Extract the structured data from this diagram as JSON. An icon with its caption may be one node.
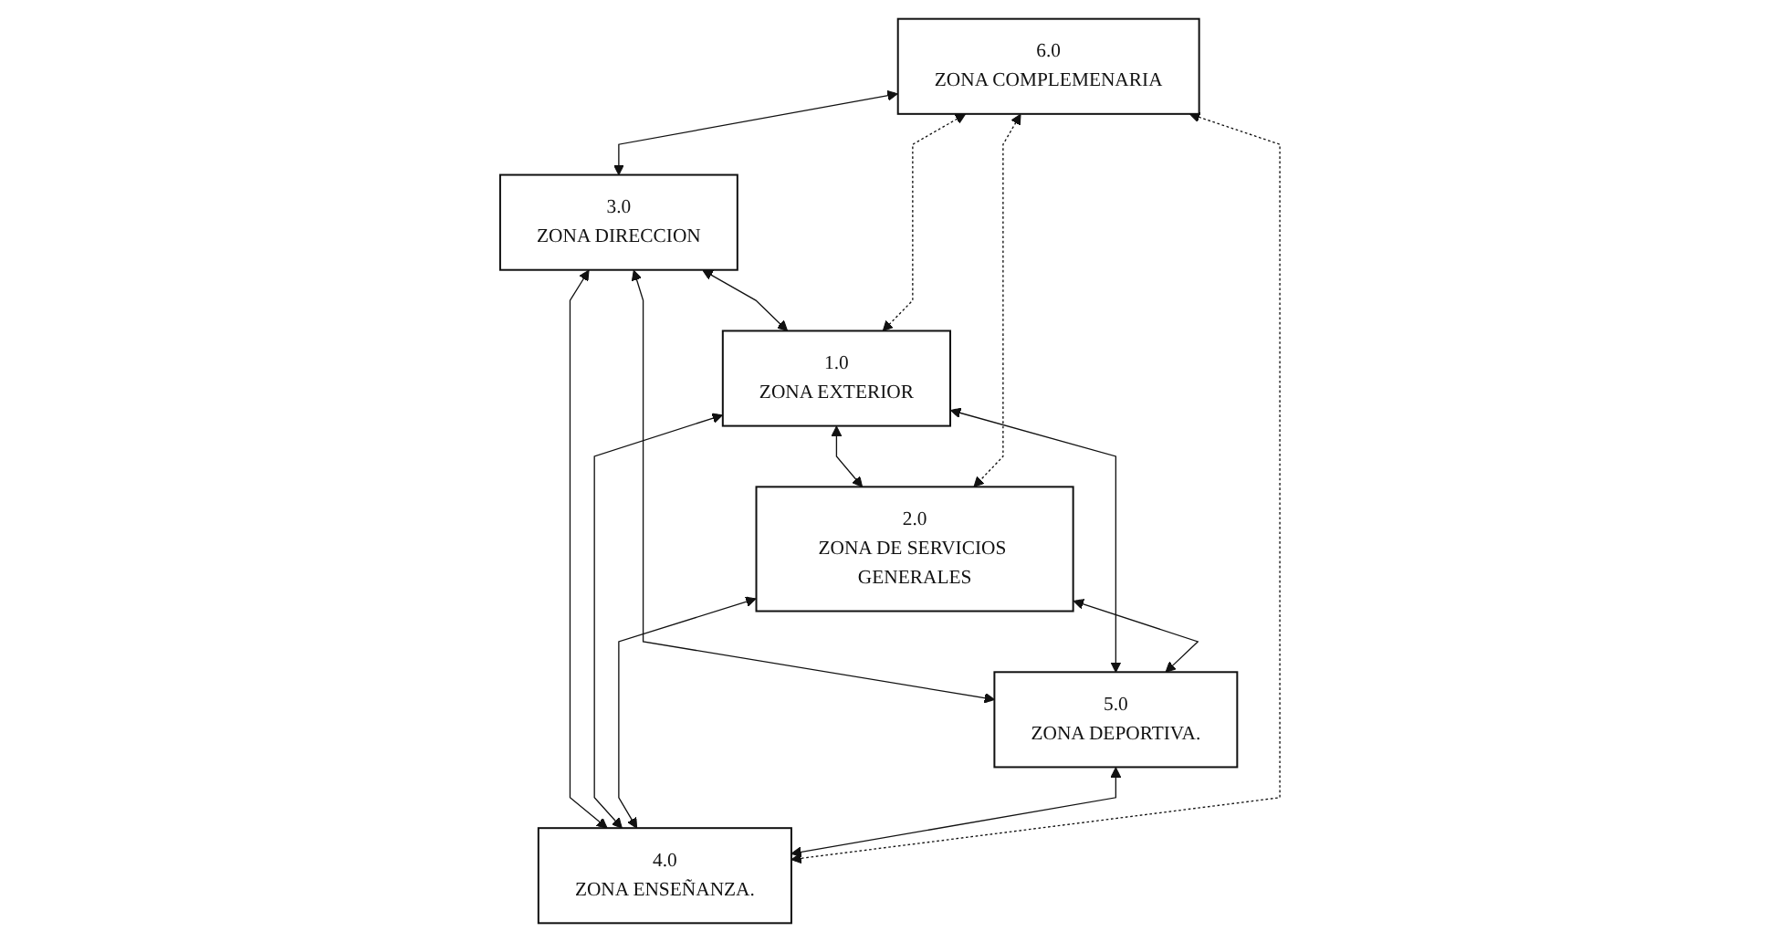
{
  "diagram": {
    "nodes": [
      {
        "text": [
          "3.0",
          "ZONA DIRECCION"
        ]
      },
      {
        "text": [
          "5.0",
          "ZONA DEPORTIVA."
        ]
      },
      {
        "text": [
          "6.0",
          "ZONA COMPLEMENARIA"
        ]
      },
      {
        "text": [
          "1.0",
          "ZONA EXTERIOR"
        ]
      },
      {
        "text": [
          "4.0",
          "ZONA ENSEÑANZA."
        ]
      },
      {
        "text": [
          "2.0",
          "ZONA DE SERVICIOS GENERALES"
        ]
      }
    ],
    "edges": [
      {
        "from": 2,
        "to": 0,
        "arrow": "both"
      },
      {
        "from": 0,
        "to": 3,
        "arrow": "both"
      },
      {
        "from": 2,
        "to": 3,
        "arrow": "both",
        "style": "dashed"
      },
      {
        "from": 0,
        "to": 1,
        "arrow": "both"
      },
      {
        "from": 3,
        "to": 1,
        "arrow": "both"
      },
      {
        "from": 5,
        "to": 1,
        "arrow": "both"
      },
      {
        "from": 0,
        "to": 4,
        "arrow": "both"
      },
      {
        "from": 3,
        "to": 4,
        "arrow": "both"
      },
      {
        "from": 5,
        "to": 4,
        "arrow": "both"
      },
      {
        "from": 1,
        "to": 4,
        "arrow": "both"
      },
      {
        "from": 3,
        "to": 5,
        "arrow": "both"
      },
      {
        "from": 2,
        "to": 5,
        "arrow": "both",
        "style": "dashed"
      },
      {
        "from": 2,
        "to": 4,
        "arrow": "both",
        "style": "dashed"
      }
    ]
  }
}
